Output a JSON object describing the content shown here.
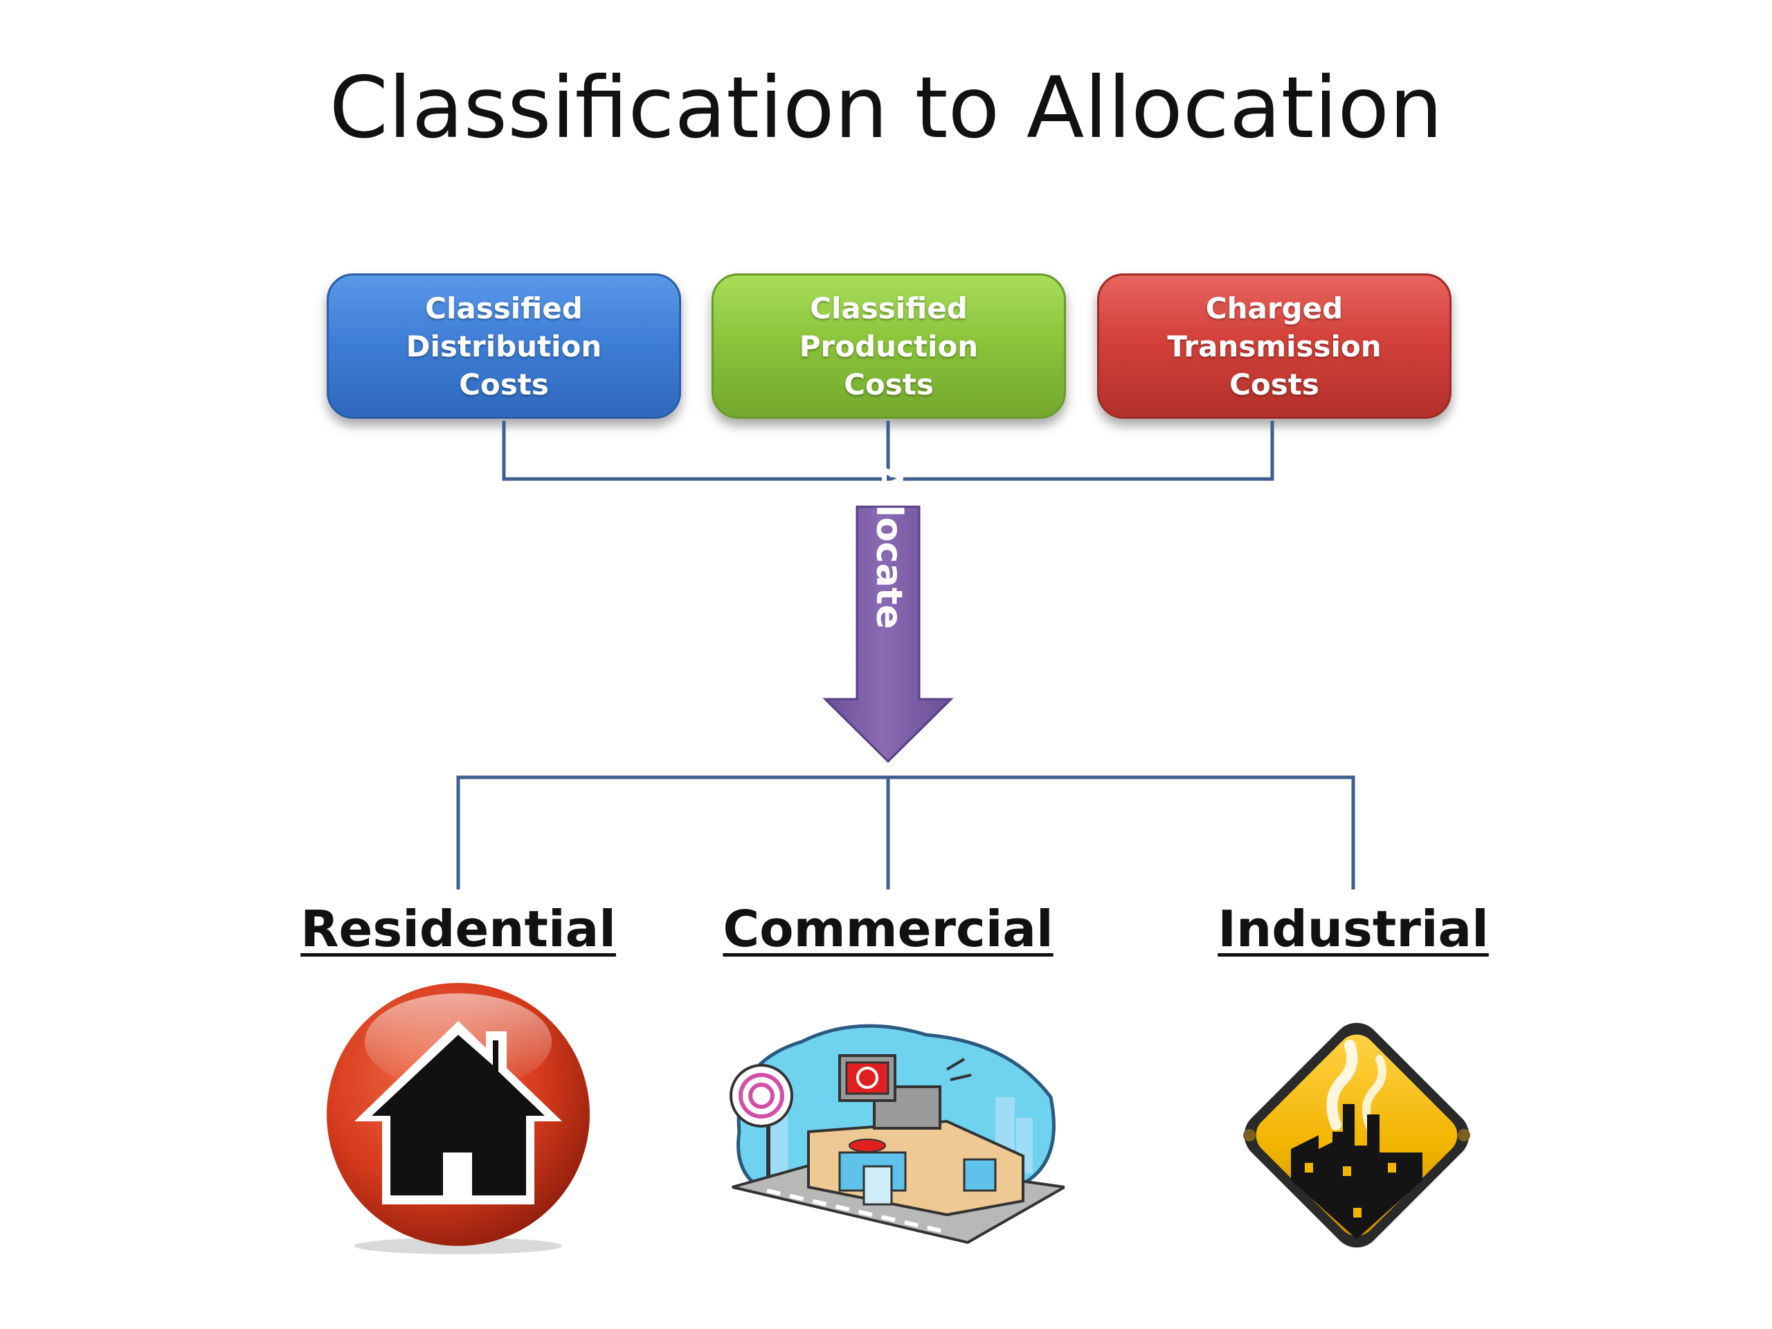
{
  "title": "Classification to Allocation",
  "costs": [
    {
      "label": "Classified Distribution\nCosts",
      "color": "#3f7fd6"
    },
    {
      "label": "Classified Production\nCosts",
      "color": "#8cc43c"
    },
    {
      "label": "Charged Transmission\nCosts",
      "color": "#d2413a"
    }
  ],
  "arrow": {
    "label": "Allocate",
    "color": "#8062a8"
  },
  "connector_color": "#3f5f8f",
  "classes": [
    {
      "label": "Residential",
      "icon": "house-icon"
    },
    {
      "label": "Commercial",
      "icon": "storefront-icon"
    },
    {
      "label": "Industrial",
      "icon": "factory-warning-icon"
    }
  ]
}
